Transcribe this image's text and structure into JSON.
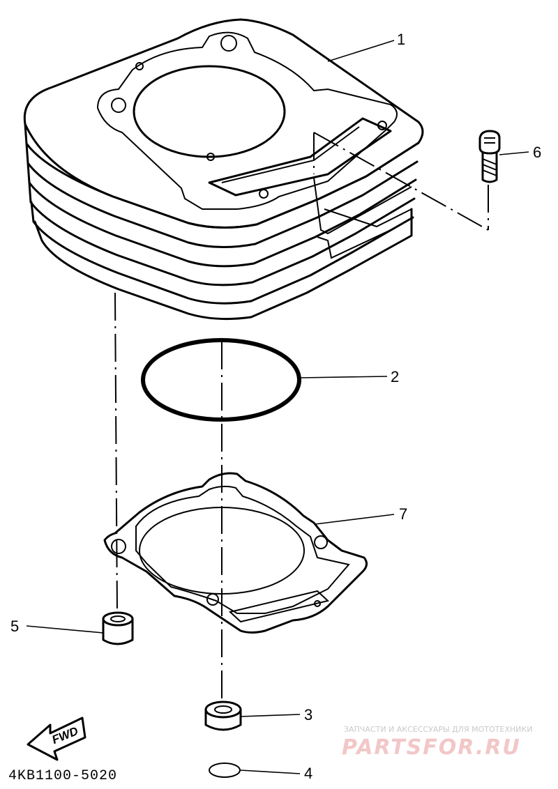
{
  "labels": {
    "p1": "1",
    "p2": "2",
    "p3": "3",
    "p4": "4",
    "p5": "5",
    "p6": "6",
    "p7": "7"
  },
  "forward_label": "FWD",
  "diagram_code": "4KB1100-5020",
  "watermark": {
    "tagline": "ЗАПЧАСТИ И АКСЕССУАРЫ ДЛЯ МОТОТЕХНИКИ",
    "brand": "PARTSFOR.RU"
  }
}
